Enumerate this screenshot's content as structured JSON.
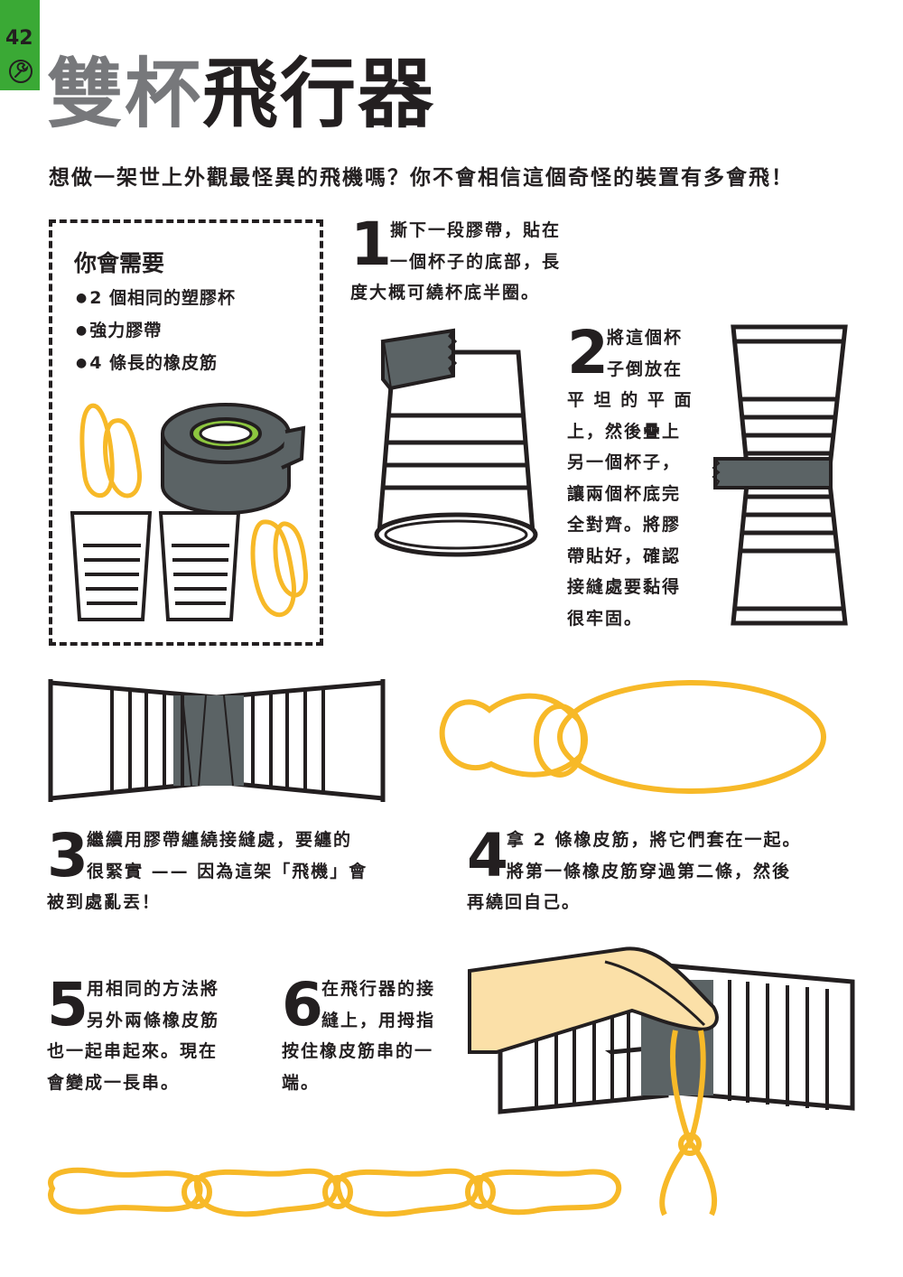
{
  "page": {
    "number": "42"
  },
  "title": {
    "part1": "雙杯",
    "part2": "飛行器"
  },
  "intro": "想做一架世上外觀最怪異的飛機嗎？你不會相信這個奇怪的裝置有多會飛！",
  "needs": {
    "title": "你會需要",
    "items": [
      "2 個相同的塑膠杯",
      "強力膠帶",
      "4 條長的橡皮筋"
    ]
  },
  "steps": [
    {
      "num": "1",
      "lines": [
        "撕下一段膠帶，貼在",
        "一個杯子的底部，長",
        "度大概可繞杯底半圈。"
      ]
    },
    {
      "num": "2",
      "lines": [
        "將這個杯",
        "子倒放在",
        "平 坦 的 平 面",
        "上，然後疊上",
        "另一個杯子，",
        "讓兩個杯底完",
        "全對齊。將膠",
        "帶貼好，確認",
        "接縫處要黏得",
        "很牢固。"
      ]
    },
    {
      "num": "3",
      "lines": [
        "繼續用膠帶纏繞接縫處，要纏的",
        "很緊實 —— 因為這架「飛機」會",
        "被到處亂丟！"
      ]
    },
    {
      "num": "4",
      "lines": [
        "拿 2 條橡皮筋，將它們套在一起。",
        "將第一條橡皮筋穿過第二條，然後",
        "再繞回自己。"
      ]
    },
    {
      "num": "5",
      "lines": [
        "用相同的方法將",
        "另外兩條橡皮筋",
        "也一起串起來。現在",
        "會變成一長串。"
      ]
    },
    {
      "num": "6",
      "lines": [
        "在飛行器的接",
        "縫上，用拇指",
        "按住橡皮筋串的一",
        "端。"
      ]
    }
  ],
  "colors": {
    "green": "#3aa935",
    "yellow": "#f7b928",
    "tape": "#5b6365",
    "ink": "#231f20",
    "skin": "#fbe0a8",
    "tapeGreen": "#8dc63f"
  },
  "icons": [
    "wrench-icon"
  ]
}
